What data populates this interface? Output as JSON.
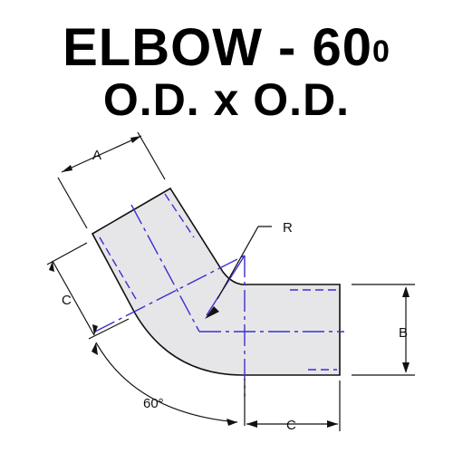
{
  "title": {
    "line1": "ELBOW - 60",
    "degree_mark": "0",
    "line2": "O.D. x O.D."
  },
  "labels": {
    "a": "A",
    "r": "R",
    "c_left": "C",
    "b": "B",
    "c_bottom": "C",
    "angle": "60°"
  },
  "colors": {
    "pipe_fill": "#e6e6e9",
    "outline": "#111111",
    "centerline": "#3b2fd0"
  }
}
